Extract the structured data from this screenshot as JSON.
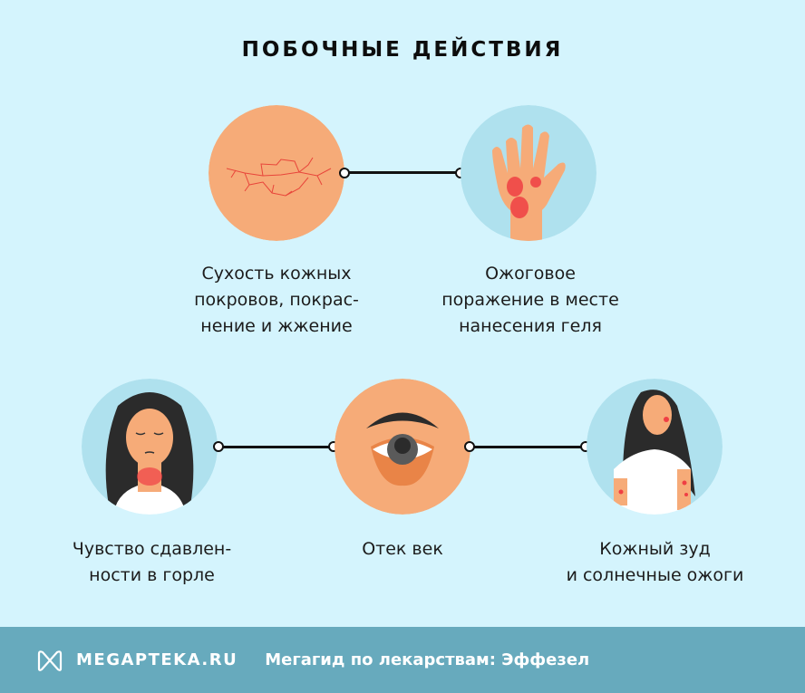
{
  "title": "ПОБОЧНЫЕ ДЕЙСТВИЯ",
  "effects": [
    {
      "id": "dry-skin",
      "caption": "Сухость кожных\nпокровов, покрас-\nнение и жжение",
      "icon": "cracked-skin-icon"
    },
    {
      "id": "burn",
      "caption": "Ожоговое\nпоражение в месте\nнанесения геля",
      "icon": "hand-burn-icon"
    },
    {
      "id": "throat",
      "caption": "Чувство сдавлен-\nности в горле",
      "icon": "woman-throat-icon"
    },
    {
      "id": "eyelid",
      "caption": "Отек век",
      "icon": "swollen-eye-icon"
    },
    {
      "id": "itch",
      "caption": "Кожный зуд\nи солнечные ожоги",
      "icon": "woman-itch-icon"
    }
  ],
  "colors": {
    "background": "#d4f4fd",
    "skin": "#f6ab78",
    "light_blue_circle": "#afe1ee",
    "footer": "#67aabd",
    "rash": "#ef3f44"
  },
  "footer": {
    "brand": "MEGAPTEKA.RU",
    "tagline": "Мегагид по лекарствам: Эффезел"
  }
}
